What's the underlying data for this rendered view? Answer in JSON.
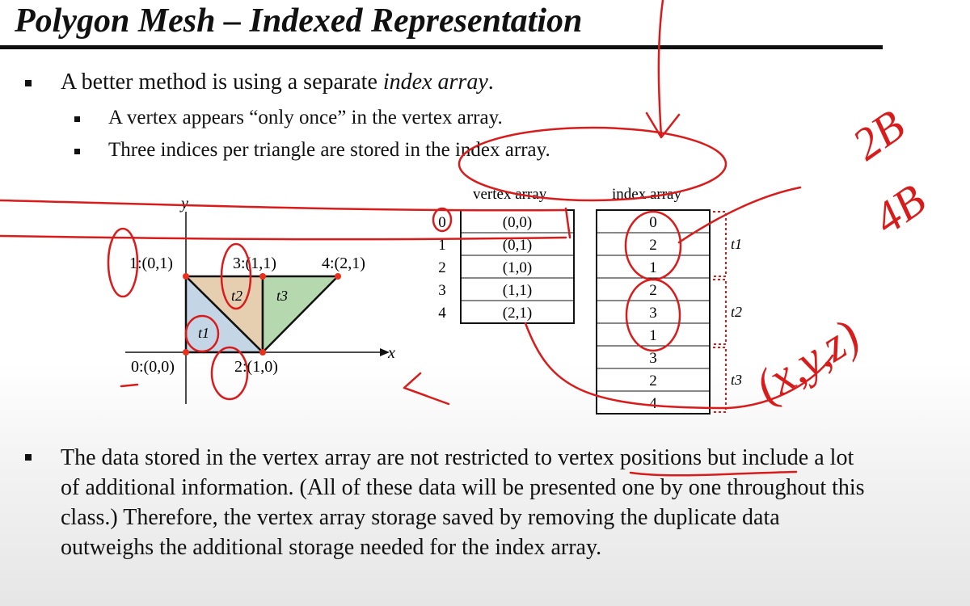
{
  "title": "Polygon Mesh – Indexed Representation",
  "bullets": {
    "main": {
      "prefix": "A better method is using a separate ",
      "em": "index array",
      "suffix": "."
    },
    "sub1": "A vertex appears “only once” in the vertex array.",
    "sub2": "Three indices per triangle are stored in the index array."
  },
  "figure": {
    "axis_y": "y",
    "axis_x": "x",
    "points": [
      "0:(0,0)",
      "1:(0,1)",
      "2:(1,0)",
      "3:(1,1)",
      "4:(2,1)"
    ],
    "triangles": [
      "t1",
      "t2",
      "t3"
    ],
    "vertex_array": {
      "label": "vertex array",
      "indices": [
        "0",
        "1",
        "2",
        "3",
        "4"
      ],
      "entries": [
        "(0,0)",
        "(0,1)",
        "(1,0)",
        "(1,1)",
        "(2,1)"
      ]
    },
    "index_array": {
      "label": "index array",
      "entries": [
        "0",
        "2",
        "1",
        "2",
        "3",
        "1",
        "3",
        "2",
        "4"
      ],
      "triangle_labels": [
        "t1",
        "t2",
        "t3"
      ]
    }
  },
  "annotations": {
    "handwriting": [
      "2B",
      "4B",
      "(x,y,z)"
    ]
  },
  "paragraph": "The data stored in the vertex array are not restricted to vertex positions but include a lot of additional information. (All of these data will be presented one by one throughout this class.) Therefore, the vertex array storage saved by removing the duplicate data outweighs the additional storage needed for the index array.",
  "colors": {
    "t1_fill": "#c4d5e6",
    "t2_fill": "#e6cfb0",
    "t3_fill": "#b6d8ae",
    "point": "#e8301c",
    "ink": "#d81c1c"
  }
}
